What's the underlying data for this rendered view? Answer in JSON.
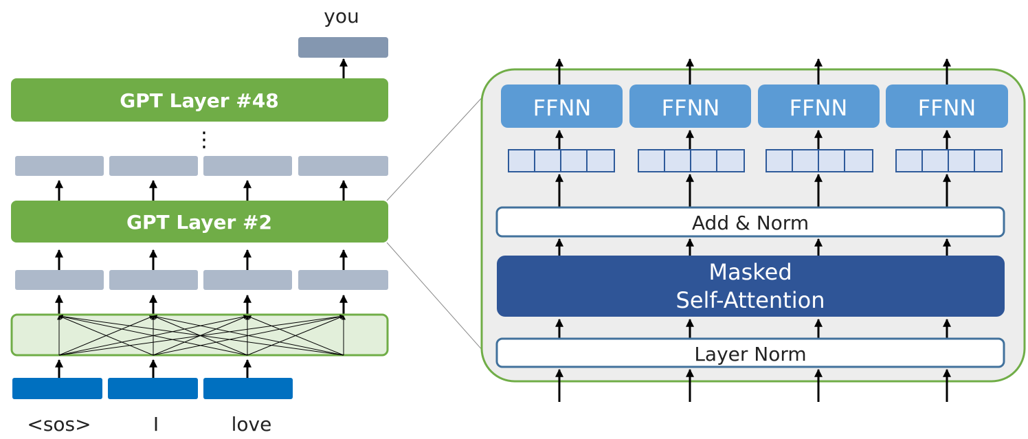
{
  "left": {
    "output_token": "you",
    "top_layer_label": "GPT Layer #48",
    "mid_layer_label": "GPT Layer #2",
    "ellipsis": "⋮",
    "input_tokens": [
      "<sos>",
      "I",
      "love"
    ]
  },
  "right": {
    "ffnn_labels": [
      "FFNN",
      "FFNN",
      "FFNN",
      "FFNN"
    ],
    "add_norm_label": "Add & Norm",
    "attention_label_line1": "Masked",
    "attention_label_line2": "Self-Attention",
    "layer_norm_label": "Layer Norm"
  },
  "colors": {
    "green": "#70ad47",
    "light_green_fill": "#e2efda",
    "gray_block": "#adb9ca",
    "dark_gray_block": "#8497b0",
    "input_blue": "#0070c0",
    "ffnn_blue": "#5b9bd5",
    "attention_blue": "#2f5597",
    "panel_gray": "#ededed",
    "outline_blue": "#41719c",
    "vector_fill": "#dae3f3",
    "vector_stroke": "#2e5a9a"
  }
}
